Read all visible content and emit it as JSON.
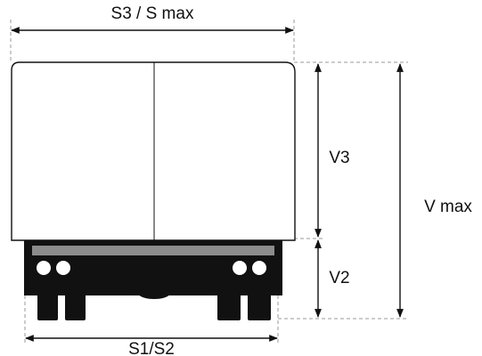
{
  "labels": {
    "top_width": "S3 / S max",
    "bottom_width": "S1/S2",
    "body_height": "V3",
    "chassis_height": "V2",
    "total_height": "V max"
  },
  "colors": {
    "line": "#111111",
    "dashed": "#9a9a9a",
    "body_fill": "#ffffff",
    "chassis": "#111111",
    "bumper": "#8c8c8c",
    "light": "#ffffff"
  }
}
